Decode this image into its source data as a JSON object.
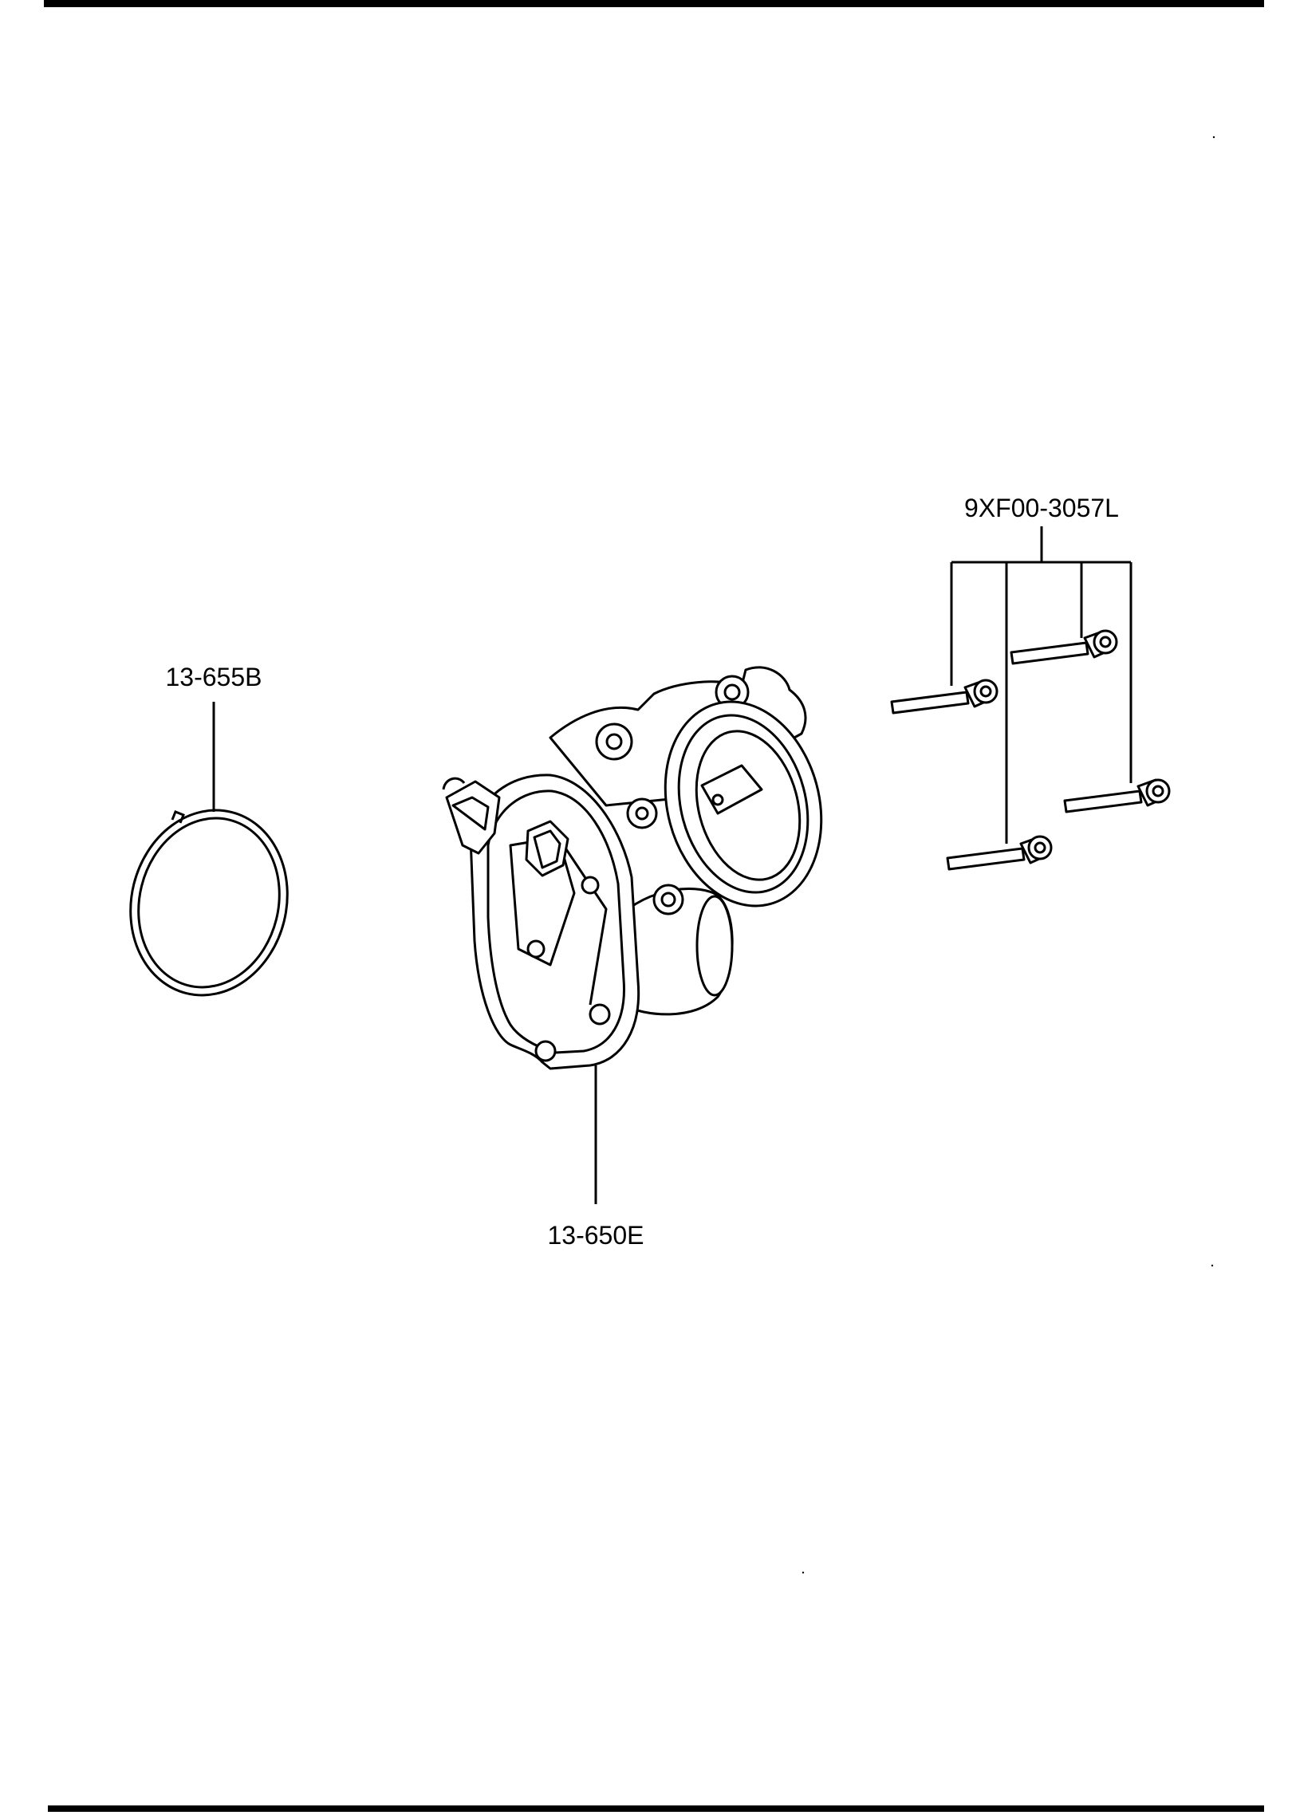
{
  "diagram": {
    "parts": [
      {
        "part_number": "13-655B"
      },
      {
        "part_number": "13-650E"
      },
      {
        "part_number": "9XF00-3057L"
      }
    ]
  }
}
